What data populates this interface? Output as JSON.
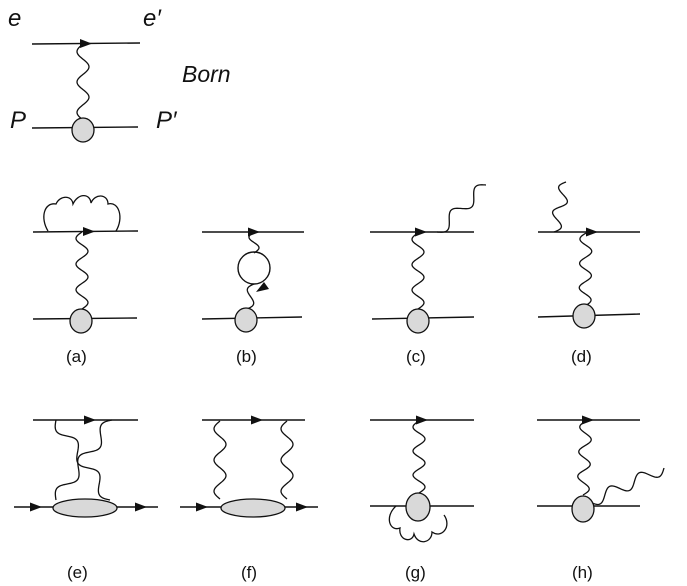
{
  "born": {
    "e_label": "e",
    "e_prime_label": "e′",
    "p_label": "P",
    "p_prime_label": "P′",
    "title": "Born"
  },
  "panels": [
    {
      "id": "a",
      "label": "(a)"
    },
    {
      "id": "b",
      "label": "(b)"
    },
    {
      "id": "c",
      "label": "(c)"
    },
    {
      "id": "d",
      "label": "(d)"
    },
    {
      "id": "e",
      "label": "(e)"
    },
    {
      "id": "f",
      "label": "(f)"
    },
    {
      "id": "g",
      "label": "(g)"
    },
    {
      "id": "h",
      "label": "(h)"
    }
  ],
  "colors": {
    "line": "#111111",
    "vertex_blob": "#d9d9d9"
  }
}
